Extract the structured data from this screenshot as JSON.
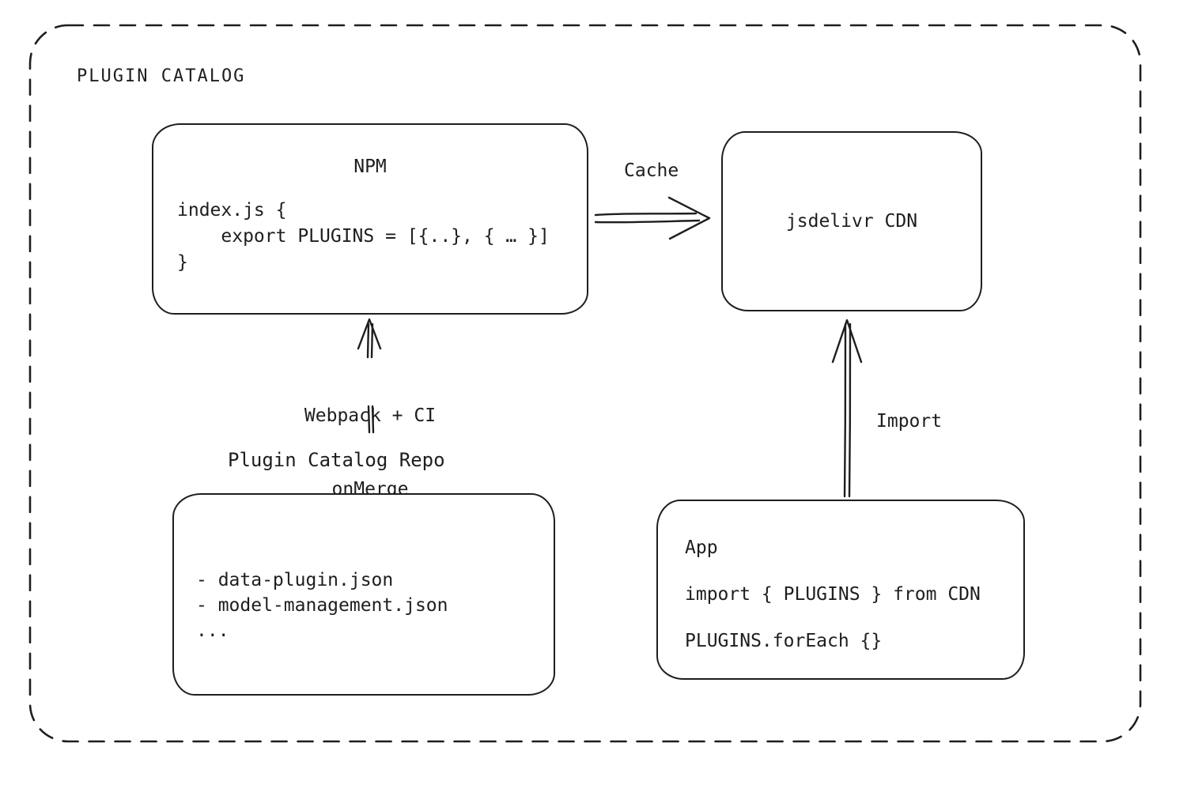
{
  "diagram": {
    "title": "PLUGIN CATALOG",
    "npm": {
      "title": "NPM",
      "lines": [
        "index.js {",
        "    export PLUGINS = [{..}, { … }]",
        "}"
      ]
    },
    "cdn": {
      "label": "jsdelivr CDN"
    },
    "repo": {
      "title": "Plugin Catalog Repo",
      "lines": [
        "- data-plugin.json",
        "- model-management.json",
        "..."
      ]
    },
    "app": {
      "title": "App",
      "lines": [
        "import { PLUGINS } from CDN",
        "PLUGINS.forEach {}"
      ]
    },
    "labels": {
      "cache": "Cache",
      "webpack_line1": "Webpack + CI",
      "webpack_line2": "onMerge",
      "import": "Import"
    },
    "colors": {
      "stroke": "#1e1e1e",
      "background": "#ffffff"
    }
  }
}
